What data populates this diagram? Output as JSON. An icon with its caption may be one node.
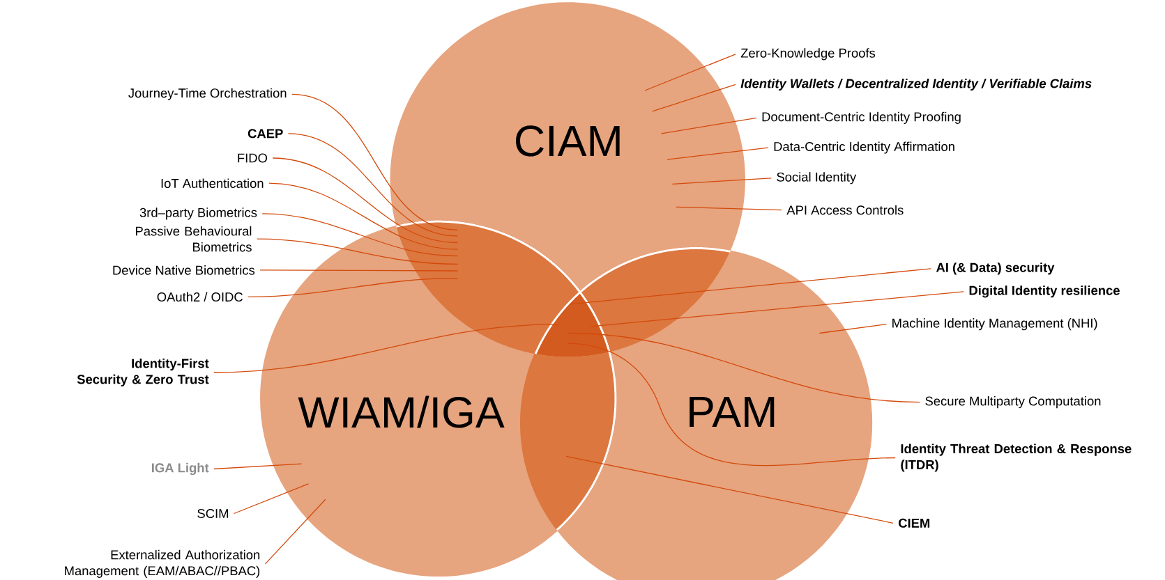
{
  "diagram": {
    "nodes": [
      {
        "text": [
          "CIAM"
        ]
      },
      {
        "text": [
          "WIAM/IGA"
        ]
      },
      {
        "text": [
          "PAM"
        ]
      },
      {
        "text": [
          "Zero-Knowledge Proofs"
        ]
      },
      {
        "text": [
          "Identity Wallets / Decentralized Identity / Verifiable Claims"
        ]
      },
      {
        "text": [
          "Journey-Time Orchestration"
        ]
      },
      {
        "text": [
          "Document-Centric Identity Proofing"
        ]
      },
      {
        "text": [
          "CAEP"
        ]
      },
      {
        "text": [
          "Data-Centric Identity Affirmation"
        ]
      },
      {
        "text": [
          "FIDO"
        ]
      },
      {
        "text": [
          "Social Identity"
        ]
      },
      {
        "text": [
          "IoT Authentication"
        ]
      },
      {
        "text": [
          "API Access Controls"
        ]
      },
      {
        "text": [
          "3rd–party Biometrics"
        ]
      },
      {
        "text": [
          "Passive Behavioural Biometrics"
        ]
      },
      {
        "text": [
          "Device Native Biometrics"
        ]
      },
      {
        "text": [
          "AI (& Data) security"
        ]
      },
      {
        "text": [
          "OAuth2 / OIDC"
        ]
      },
      {
        "text": [
          "Digital Identity resilience"
        ]
      },
      {
        "text": [
          "Machine Identity Management (NHI)"
        ]
      },
      {
        "text": [
          "Identity-First Security & Zero Trust"
        ]
      },
      {
        "text": [
          "Secure Multiparty Computation"
        ]
      },
      {
        "text": [
          "Identity Threat Detection & Response (ITDR)"
        ]
      },
      {
        "text": [
          "IGA Light"
        ]
      },
      {
        "text": [
          "SCIM"
        ]
      },
      {
        "text": [
          "CIEM"
        ]
      },
      {
        "text": [
          "Externalized Authorization Management (EAM/ABAC//PBAC)"
        ]
      },
      {
        "text": [],
        "shape": "lens"
      },
      {
        "text": [],
        "shape": "lens"
      },
      {
        "text": [],
        "shape": "lens"
      },
      {
        "text": [],
        "shape": "triangle"
      }
    ],
    "edges": [
      {
        "from": 3,
        "to": 0,
        "arrow": "none"
      },
      {
        "from": 4,
        "to": 0,
        "arrow": "none"
      },
      {
        "from": 5,
        "to": 27,
        "arrow": "none"
      },
      {
        "from": 6,
        "to": 0,
        "arrow": "none"
      },
      {
        "from": 7,
        "to": 27,
        "arrow": "none"
      },
      {
        "from": 8,
        "to": 0,
        "arrow": "none"
      },
      {
        "from": 9,
        "to": 27,
        "arrow": "none"
      },
      {
        "from": 10,
        "to": 0,
        "arrow": "none"
      },
      {
        "from": 11,
        "to": 27,
        "arrow": "none"
      },
      {
        "from": 12,
        "to": 0,
        "arrow": "none"
      },
      {
        "from": 13,
        "to": 27,
        "arrow": "none"
      },
      {
        "from": 14,
        "to": 27,
        "arrow": "none"
      },
      {
        "from": 15,
        "to": 27,
        "arrow": "none"
      },
      {
        "from": 16,
        "to": 30,
        "arrow": "none"
      },
      {
        "from": 17,
        "to": 27,
        "arrow": "none"
      },
      {
        "from": 18,
        "to": 30,
        "arrow": "none"
      },
      {
        "from": 19,
        "to": 2,
        "arrow": "none"
      },
      {
        "from": 20,
        "to": 30,
        "arrow": "none"
      },
      {
        "from": 21,
        "to": 30,
        "arrow": "none"
      },
      {
        "from": 22,
        "to": 30,
        "arrow": "none"
      },
      {
        "from": 23,
        "to": 1,
        "arrow": "none"
      },
      {
        "from": 24,
        "to": 1,
        "arrow": "none"
      },
      {
        "from": 25,
        "to": 29,
        "arrow": "none"
      },
      {
        "from": 26,
        "to": 1,
        "arrow": "none"
      }
    ]
  }
}
